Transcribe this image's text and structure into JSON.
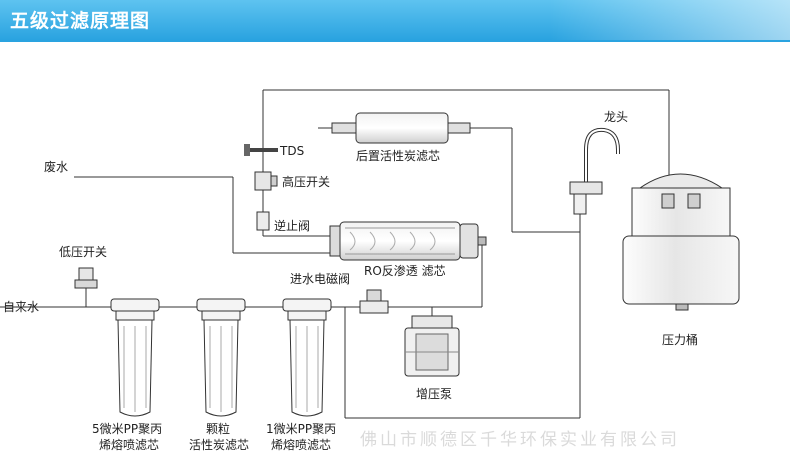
{
  "header": {
    "title": "五级过滤原理图"
  },
  "labels": {
    "tds": "TDS",
    "post_carbon": "后置活性炭滤芯",
    "faucet": "龙头",
    "waste_water": "废水",
    "high_pressure_switch": "高压开关",
    "check_valve": "逆止阀",
    "low_pressure_switch": "低压开关",
    "ro_membrane": "RO反渗透 滤芯",
    "inlet_solenoid": "进水电磁阀",
    "tap_water": "自来水",
    "pressure_tank": "压力桶",
    "booster_pump": "增压泵",
    "filter1_line1": "5微米PP聚丙",
    "filter1_line2": "烯熔喷滤芯",
    "filter2_line1": "颗粒",
    "filter2_line2": "活性炭滤芯",
    "filter3_line1": "1微米PP聚丙",
    "filter3_line2": "烯熔喷滤芯"
  },
  "watermark": "佛山市顺德区千华环保实业有限公司"
}
